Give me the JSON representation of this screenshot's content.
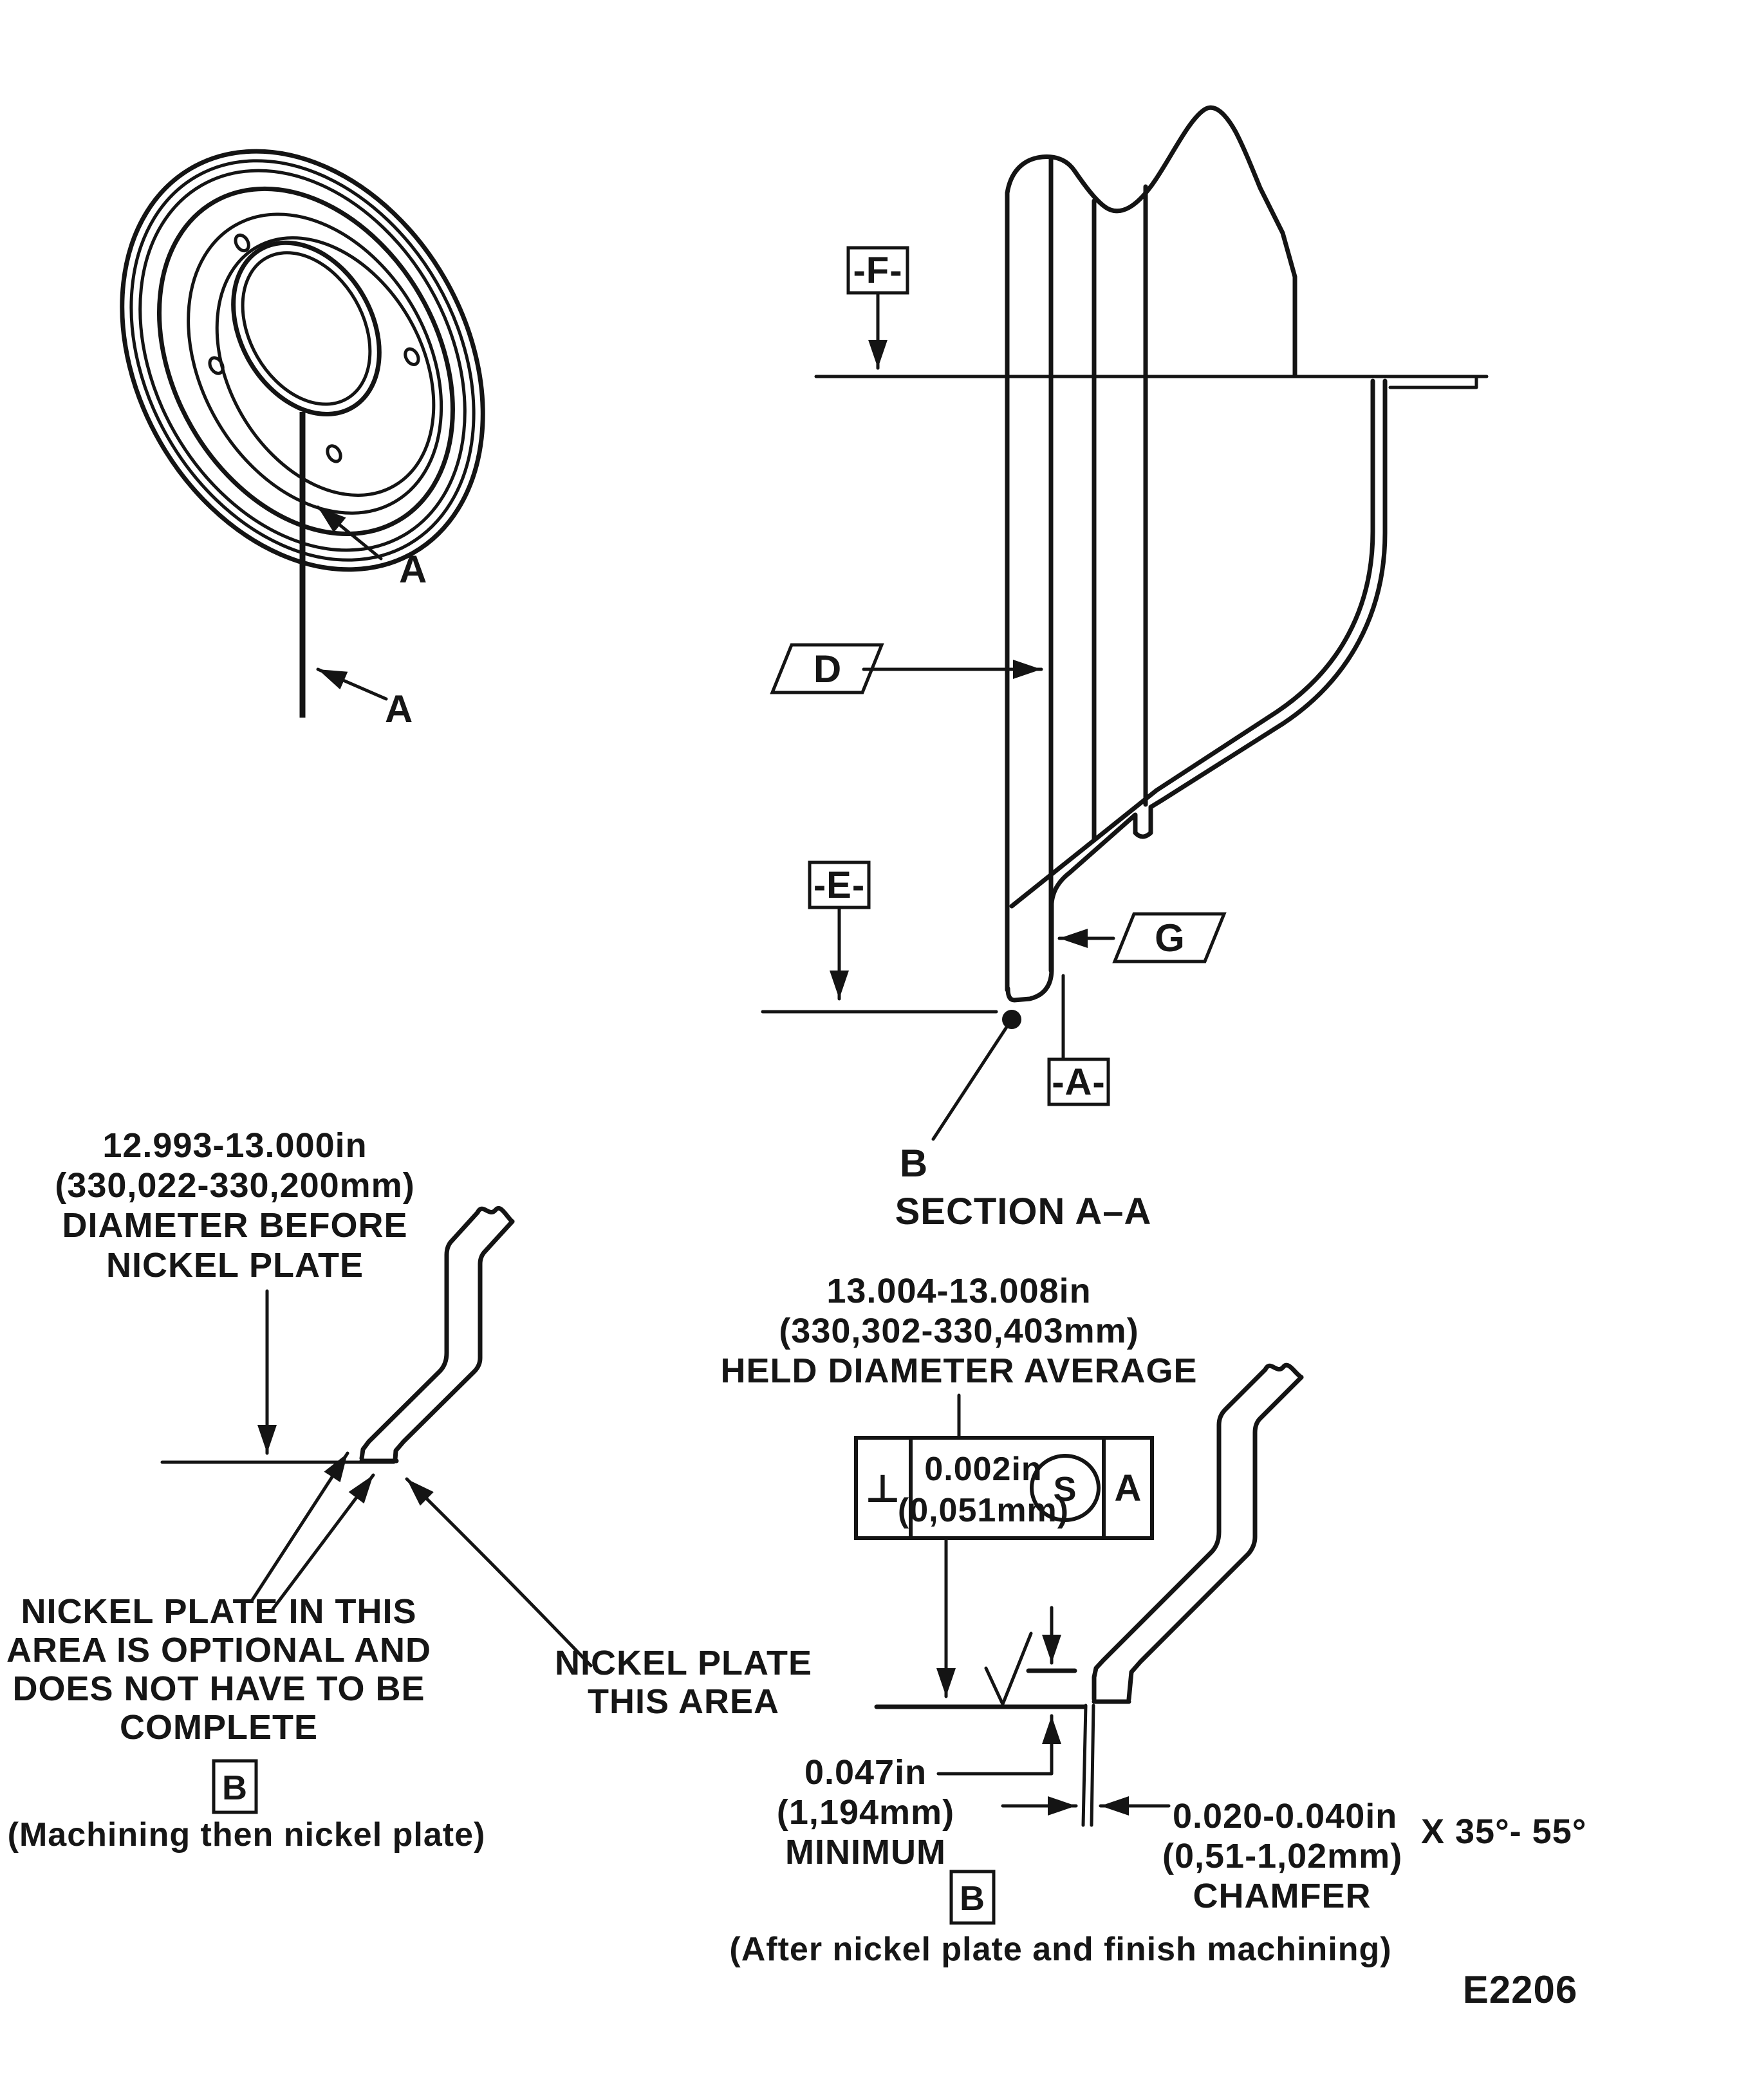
{
  "page": {
    "background": "#ffffff",
    "ink": "#141414",
    "figure_code": "E2206"
  },
  "isometric": {
    "label_a1": "A",
    "label_a2": "A"
  },
  "section": {
    "caption": "SECTION A–A",
    "datum_f": "-F-",
    "datum_e": "-E-",
    "datum_a": "-A-",
    "flag_d": "D",
    "flag_g": "G",
    "point_label": "B"
  },
  "before_view": {
    "diameter_note": [
      "12.993-13.000in",
      "(330,022-330,200mm)",
      "DIAMETER BEFORE",
      "NICKEL PLATE"
    ],
    "optional_note": [
      "NICKEL PLATE IN THIS",
      "AREA IS OPTIONAL AND",
      "DOES NOT HAVE TO BE",
      "COMPLETE"
    ],
    "plate_note": [
      "NICKEL PLATE",
      "THIS AREA"
    ],
    "tag": "B",
    "caption": "(Machining then nickel plate)"
  },
  "after_view": {
    "held_note": [
      "13.004-13.008in",
      "(330,302-330,403mm)",
      "HELD DIAMETER AVERAGE"
    ],
    "fcf": {
      "symbol": "⊥",
      "tolerance": [
        "0.002in",
        "(0,051mm)"
      ],
      "modifier": "S",
      "datum": "A"
    },
    "min_note": [
      "0.047in",
      "(1,194mm)",
      "MINIMUM"
    ],
    "chamfer_note": [
      "0.020-0.040in",
      "(0,51-1,02mm)",
      "CHAMFER"
    ],
    "angle_note": "X 35°- 55°",
    "tag": "B",
    "caption": "(After nickel plate and finish machining)"
  }
}
